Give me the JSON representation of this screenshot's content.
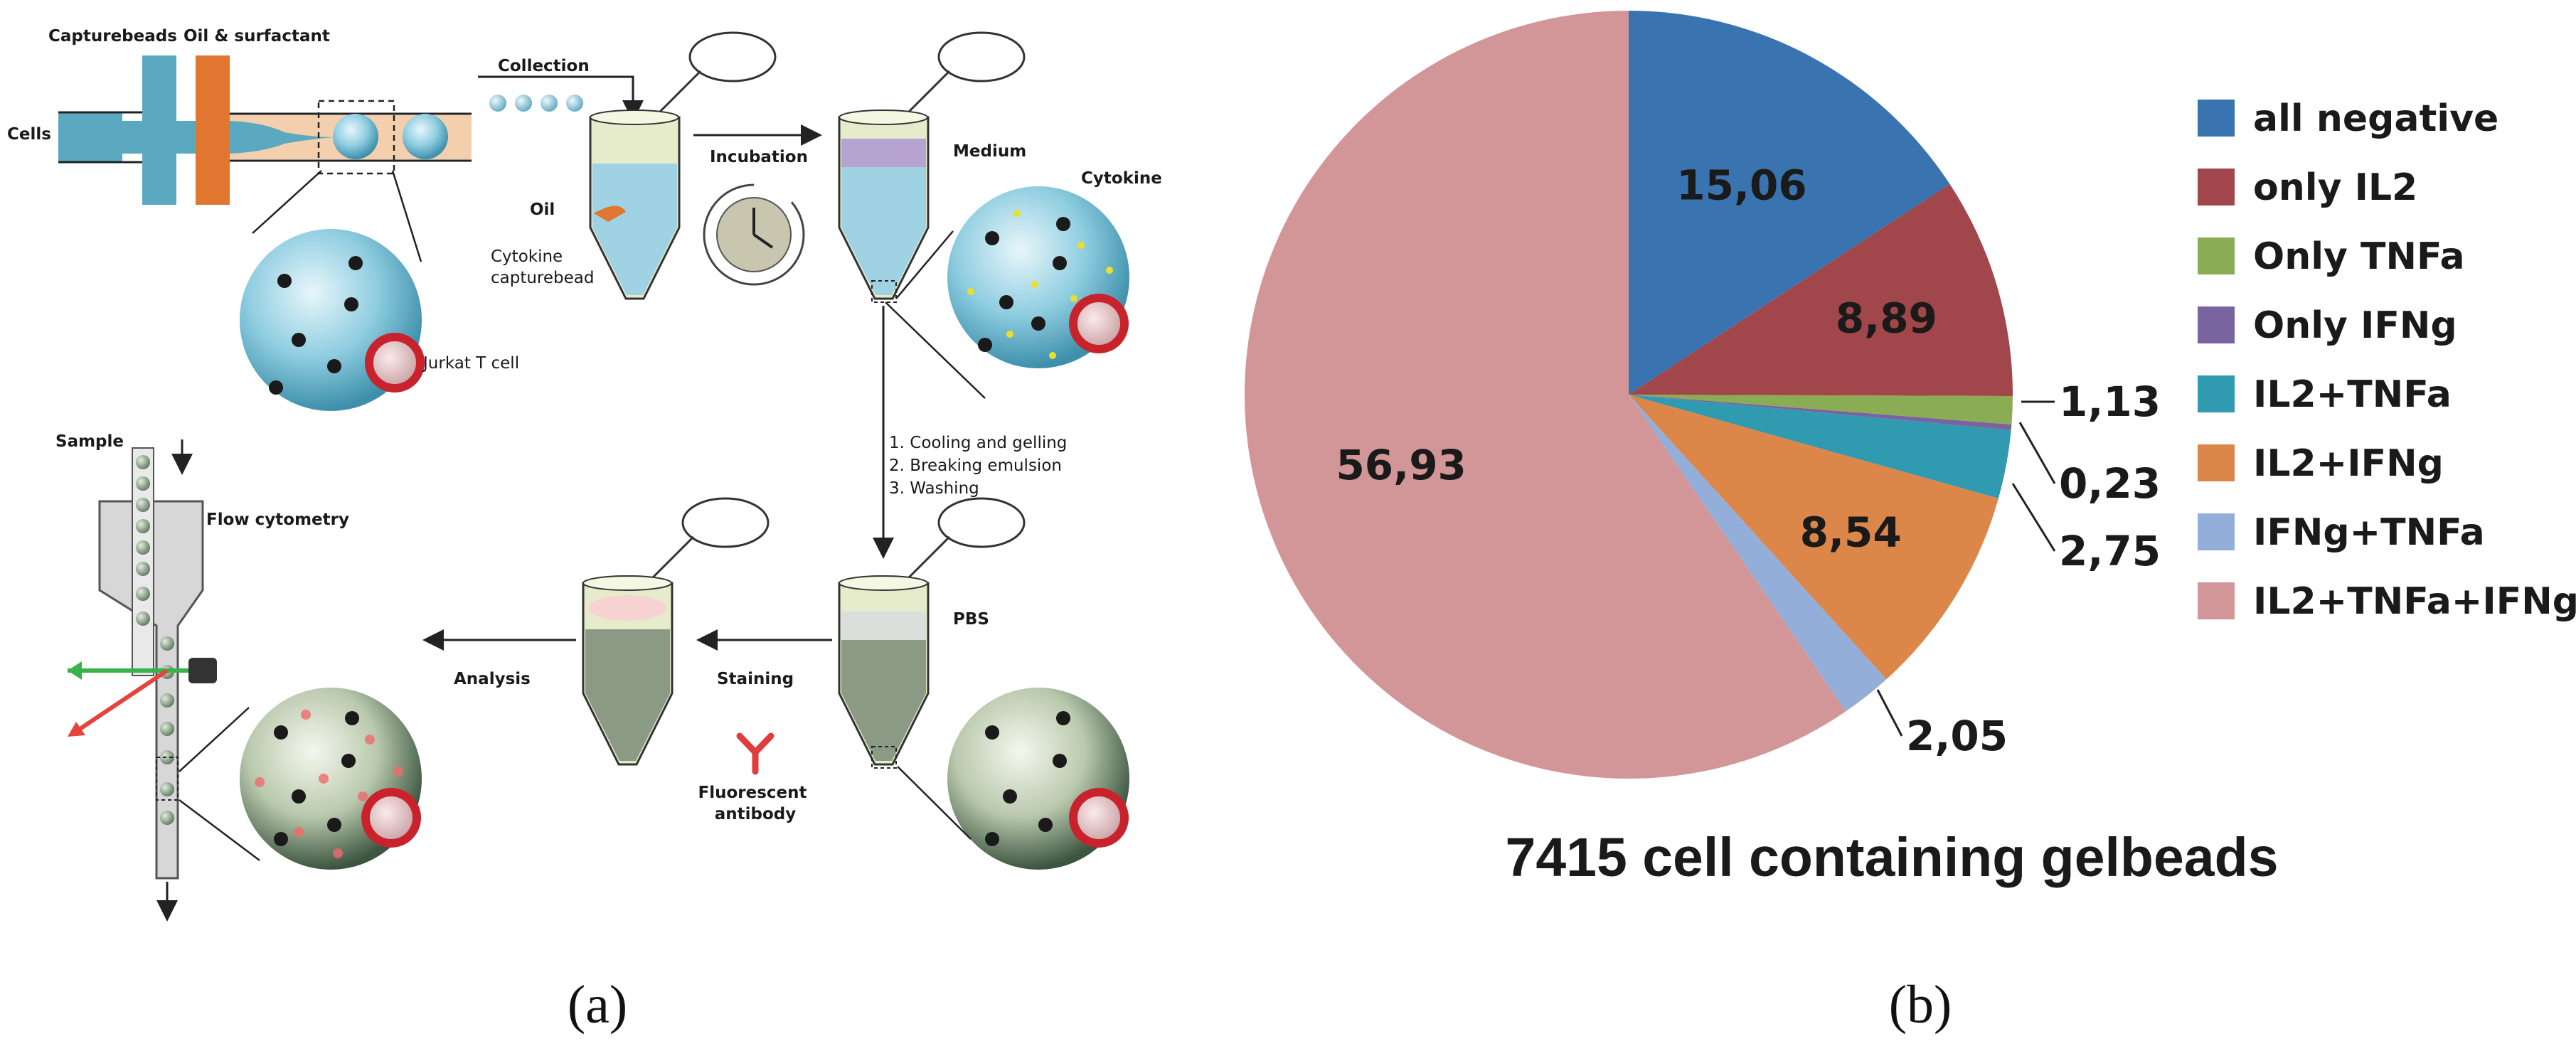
{
  "panel_a": {
    "labels": {
      "capturebeads": "Capturebeads",
      "oil_surfactant": "Oil & surfactant",
      "cells": "Cells",
      "collection": "Collection",
      "oil": "Oil",
      "incubation": "Incubation",
      "medium": "Medium",
      "cytokine": "Cytokine",
      "cytokine_capturebead": "Cytokine capturebead",
      "jurkat": "Jurkat T cell",
      "step1": "1.   Cooling and gelling",
      "step2": "2.   Breaking emulsion",
      "step3": "3.   Washing",
      "sample": "Sample",
      "flow_cytometry": "Flow cytometry",
      "analysis": "Analysis",
      "staining": "Staining",
      "pbs": "PBS",
      "fluorescent_antibody": "Fluorescent antibody"
    },
    "caption": "(a)"
  },
  "panel_b": {
    "caption": "(b)"
  },
  "colors": {
    "all_negative": "#3a74b0",
    "only_il2": "#a1464a",
    "only_tnfa": "#8aac55",
    "only_ifng": "#7a64a0",
    "il2_tnfa": "#2f9ab0",
    "il2_ifng": "#dc864a",
    "ifng_tnfa": "#93afd9",
    "il2_tnfa_ifng": "#d39698"
  },
  "chart_data": {
    "type": "pie",
    "title": "7415 cell containing gelbeads",
    "legend_position": "right",
    "categories": [
      "all negative",
      "only IL2",
      "Only TNFa",
      "Only IFNg",
      "IL2+TNFa",
      "IL2+IFNg",
      "IFNg+TNFa",
      "IL2+TNFa+IFNg"
    ],
    "values": [
      15.06,
      8.89,
      1.13,
      0.23,
      2.75,
      8.54,
      2.05,
      56.93
    ],
    "value_labels": [
      "15,06",
      "8,89",
      "1,13",
      "0,23",
      "2,75",
      "8,54",
      "2,05",
      "56,93"
    ]
  }
}
